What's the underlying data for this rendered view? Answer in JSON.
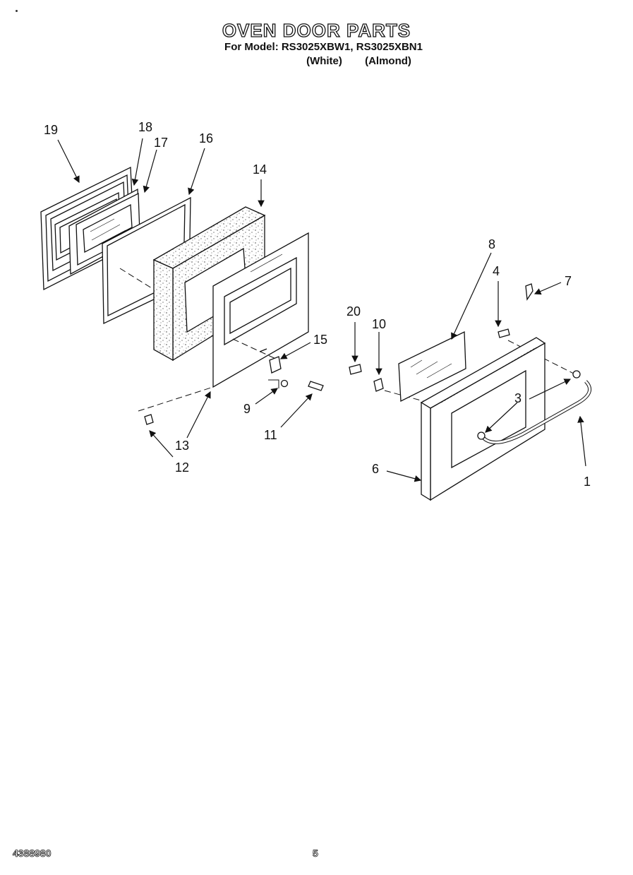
{
  "header": {
    "title": "OVEN DOOR PARTS",
    "model_line": "For Model: RS3025XBW1, RS3025XBN1",
    "color_white": "(White)",
    "color_almond": "(Almond)"
  },
  "callouts": {
    "p1": "1",
    "p3": "3",
    "p4": "4",
    "p6": "6",
    "p7": "7",
    "p8": "8",
    "p9": "9",
    "p10": "10",
    "p11": "11",
    "p12": "12",
    "p13": "13",
    "p14": "14",
    "p15": "15",
    "p16": "16",
    "p17": "17",
    "p18": "18",
    "p19": "19",
    "p20": "20"
  },
  "footer": {
    "document_number": "4388980",
    "page_number": "5"
  }
}
